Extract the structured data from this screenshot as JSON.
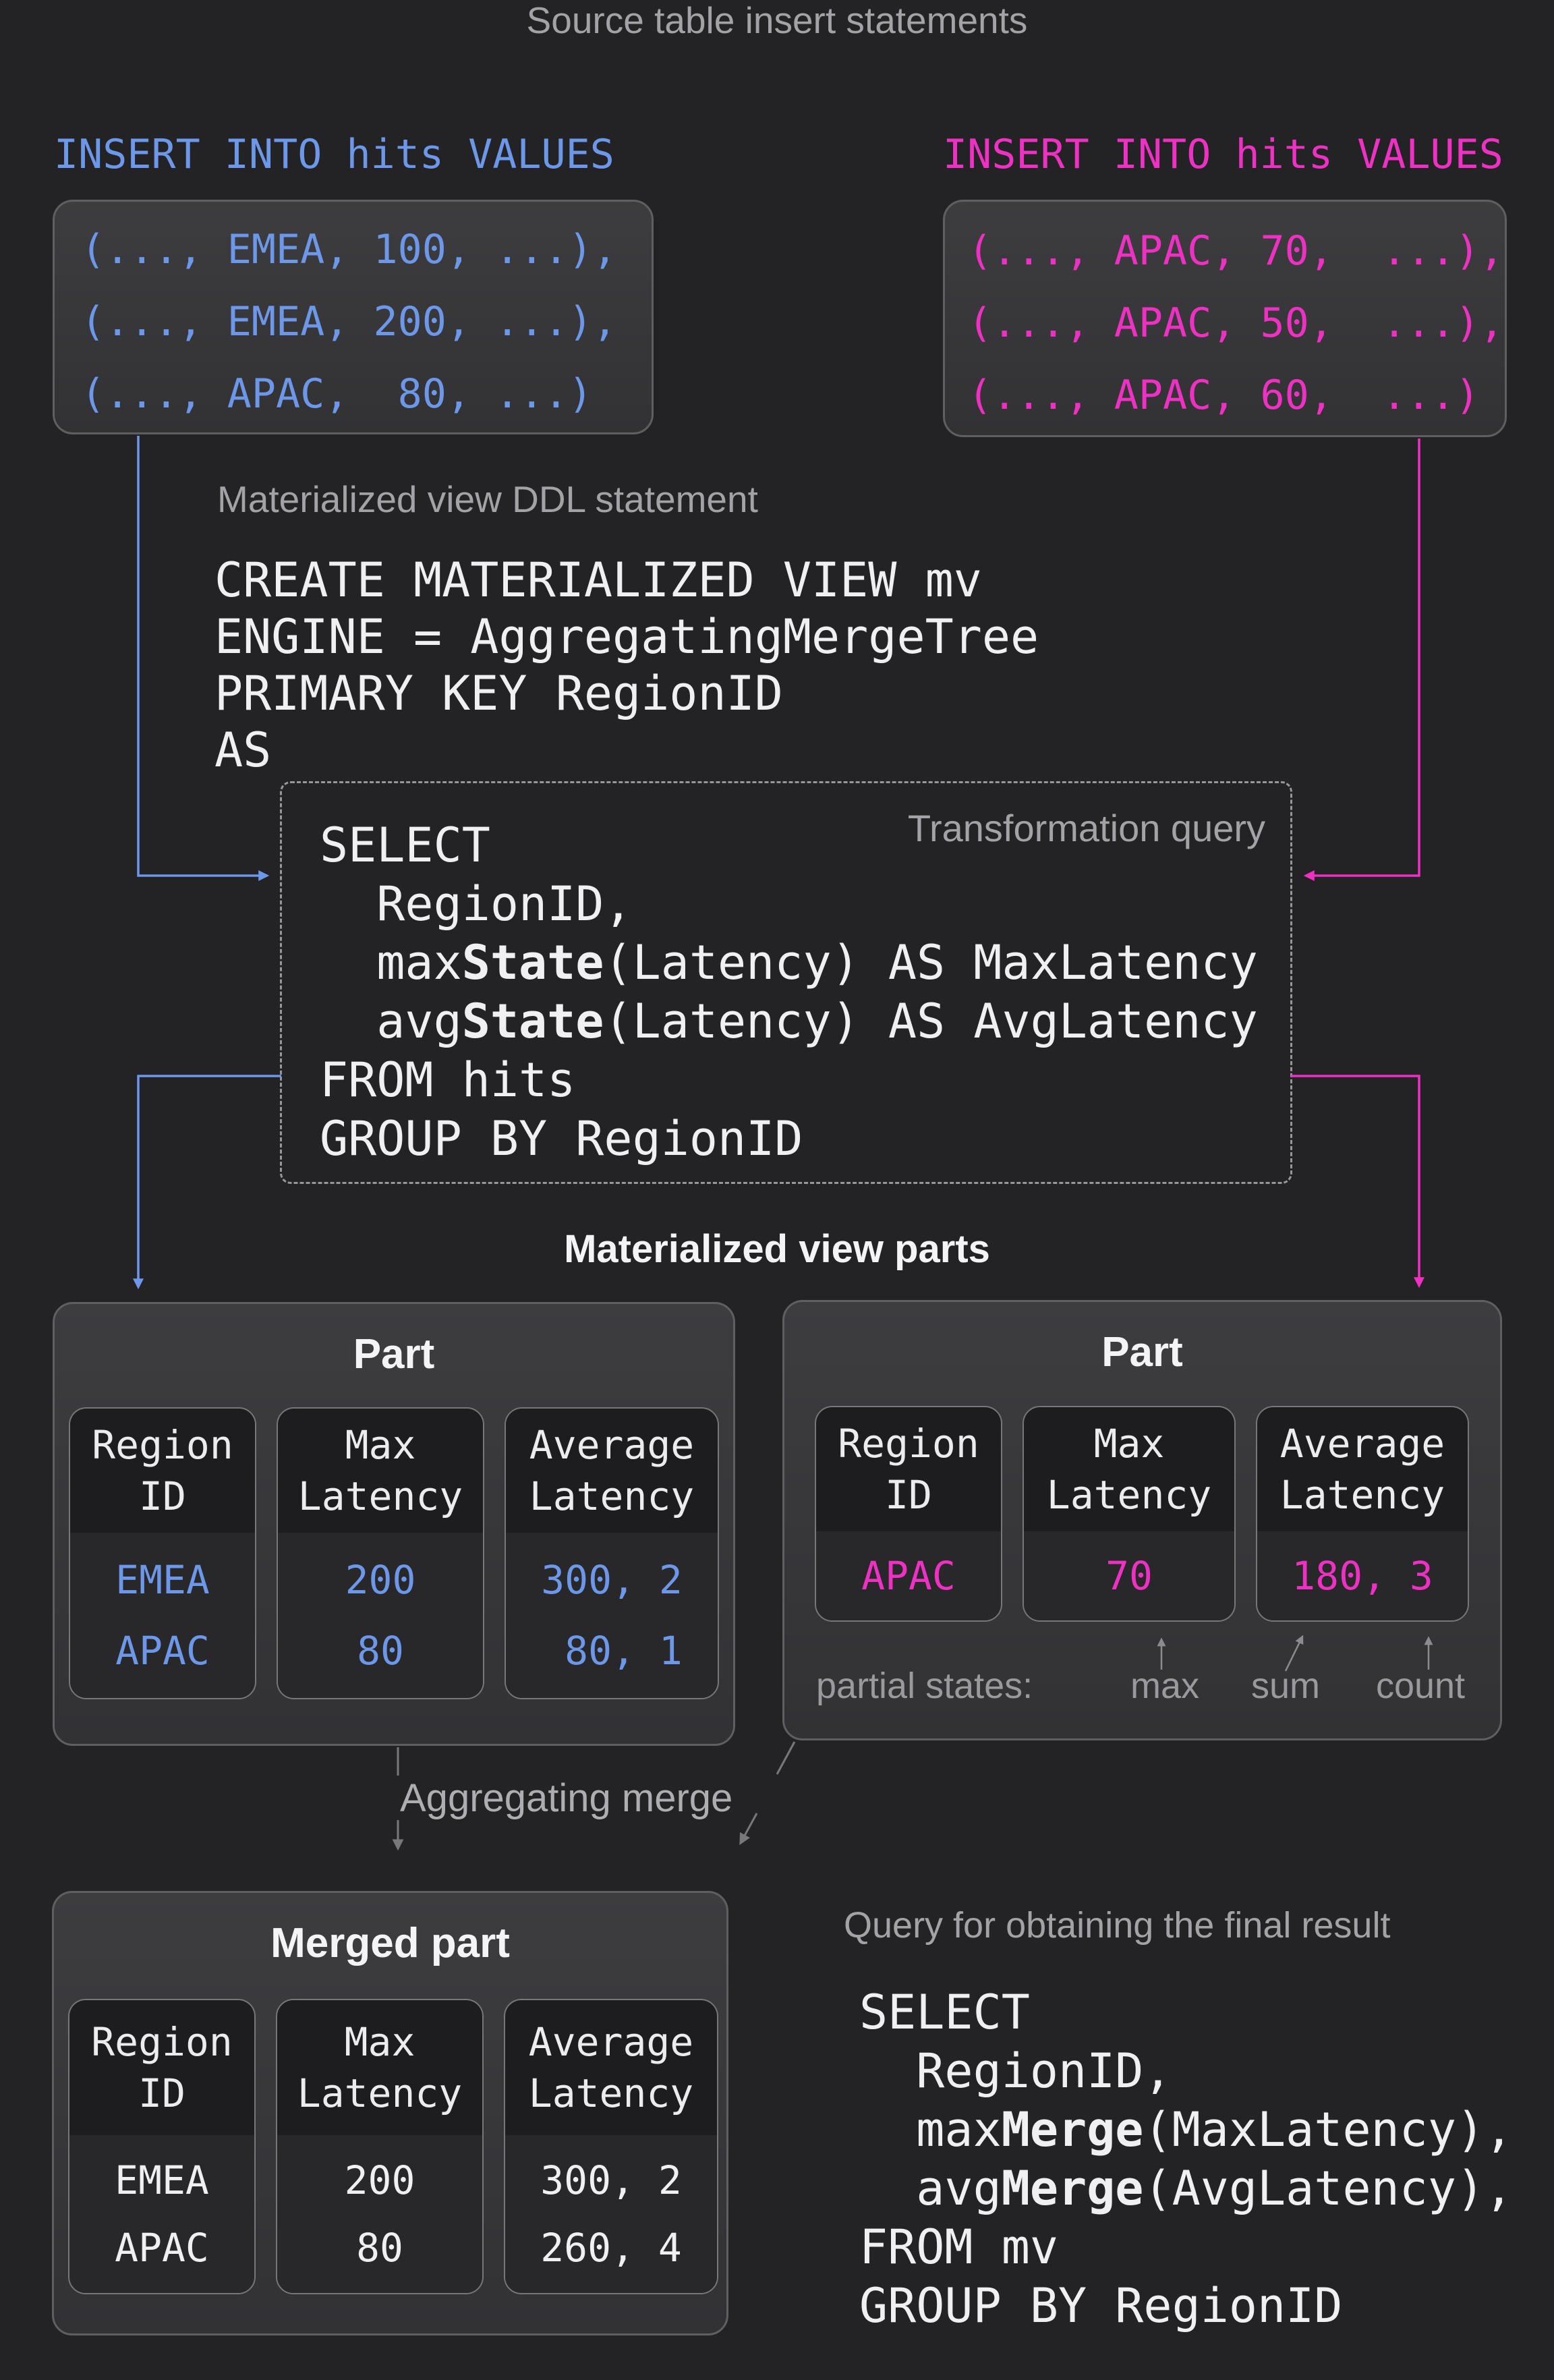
{
  "colors": {
    "blue": "#6d97e9",
    "pink": "#ee31c2",
    "white_text": "#f0f0f2",
    "gray_label": "#a3a3a7",
    "merge_label_gray": "#aeaeb2",
    "arrow_gray": "#78787c",
    "box_background": "#343437",
    "page_background": "#232325"
  },
  "header": {
    "title": "Source table insert statements"
  },
  "inserts": {
    "left": {
      "header": "INSERT INTO hits VALUES",
      "code": [
        [
          {
            "t": "(..., EMEA, 100, ...),"
          }
        ],
        [
          {
            "t": "(..., EMEA, 200, ...),"
          }
        ],
        [
          {
            "t": "(..., APAC,  80, ...)"
          }
        ]
      ]
    },
    "right": {
      "header": "INSERT INTO hits VALUES",
      "code": [
        [
          {
            "t": "(..., APAC, 70,  ...),"
          }
        ],
        [
          {
            "t": "(..., APAC, 50,  ...),"
          }
        ],
        [
          {
            "t": "(..., APAC, 60,  ...)"
          }
        ]
      ]
    }
  },
  "ddl": {
    "label": "Materialized view DDL statement",
    "code": [
      [
        {
          "t": "CREATE MATERIALIZED VIEW mv"
        }
      ],
      [
        {
          "t": "ENGINE = AggregatingMergeTree"
        }
      ],
      [
        {
          "t": "PRIMARY KEY RegionID"
        }
      ],
      [
        {
          "t": "AS"
        }
      ]
    ]
  },
  "transformation": {
    "label": "Transformation query",
    "code": [
      [
        {
          "t": "SELECT"
        }
      ],
      [
        {
          "t": "  RegionID,"
        }
      ],
      [
        {
          "t": "  max"
        },
        {
          "t": "State",
          "b": true
        },
        {
          "t": "(Latency) AS MaxLatency"
        }
      ],
      [
        {
          "t": "  avg"
        },
        {
          "t": "State",
          "b": true
        },
        {
          "t": "(Latency) AS AvgLatency"
        }
      ],
      [
        {
          "t": "FROM hits"
        }
      ],
      [
        {
          "t": "GROUP BY RegionID"
        }
      ]
    ]
  },
  "parts_section": {
    "label": "Materialized view parts"
  },
  "part_left": {
    "title": "Part",
    "value_class": "val-blue",
    "columns": [
      {
        "h": [
          "Region",
          "ID"
        ],
        "v": [
          "EMEA",
          "APAC"
        ]
      },
      {
        "h": [
          "Max",
          "Latency"
        ],
        "v": [
          "200",
          "80"
        ]
      },
      {
        "h": [
          "Average",
          "Latency"
        ],
        "v": [
          "300, 2",
          " 80, 1"
        ]
      }
    ]
  },
  "part_right": {
    "title": "Part",
    "value_class": "val-pink",
    "columns": [
      {
        "h": [
          "Region",
          "ID"
        ],
        "v": [
          "APAC"
        ]
      },
      {
        "h": [
          "Max",
          "Latency"
        ],
        "v": [
          "70"
        ]
      },
      {
        "h": [
          "Average",
          "Latency"
        ],
        "v": [
          "180, 3"
        ]
      }
    ],
    "annotation": {
      "label": "partial states:",
      "tags": [
        "max",
        "sum",
        "count"
      ]
    }
  },
  "merge": {
    "label": "Aggregating merge"
  },
  "merged_part": {
    "title": "Merged part",
    "value_class": "val-white",
    "columns": [
      {
        "h": [
          "Region",
          "ID"
        ],
        "v": [
          "EMEA",
          "APAC"
        ]
      },
      {
        "h": [
          "Max",
          "Latency"
        ],
        "v": [
          "200",
          "80"
        ]
      },
      {
        "h": [
          "Average",
          "Latency"
        ],
        "v": [
          "300, 2",
          "260, 4"
        ]
      }
    ]
  },
  "final_query": {
    "label": "Query for obtaining the final result",
    "code": [
      [
        {
          "t": "SELECT"
        }
      ],
      [
        {
          "t": "  RegionID,"
        }
      ],
      [
        {
          "t": "  max"
        },
        {
          "t": "Merge",
          "b": true
        },
        {
          "t": "(MaxLatency),"
        }
      ],
      [
        {
          "t": "  avg"
        },
        {
          "t": "Merge",
          "b": true
        },
        {
          "t": "(AvgLatency),"
        }
      ],
      [
        {
          "t": "FROM mv"
        }
      ],
      [
        {
          "t": "GROUP BY RegionID"
        }
      ]
    ]
  }
}
